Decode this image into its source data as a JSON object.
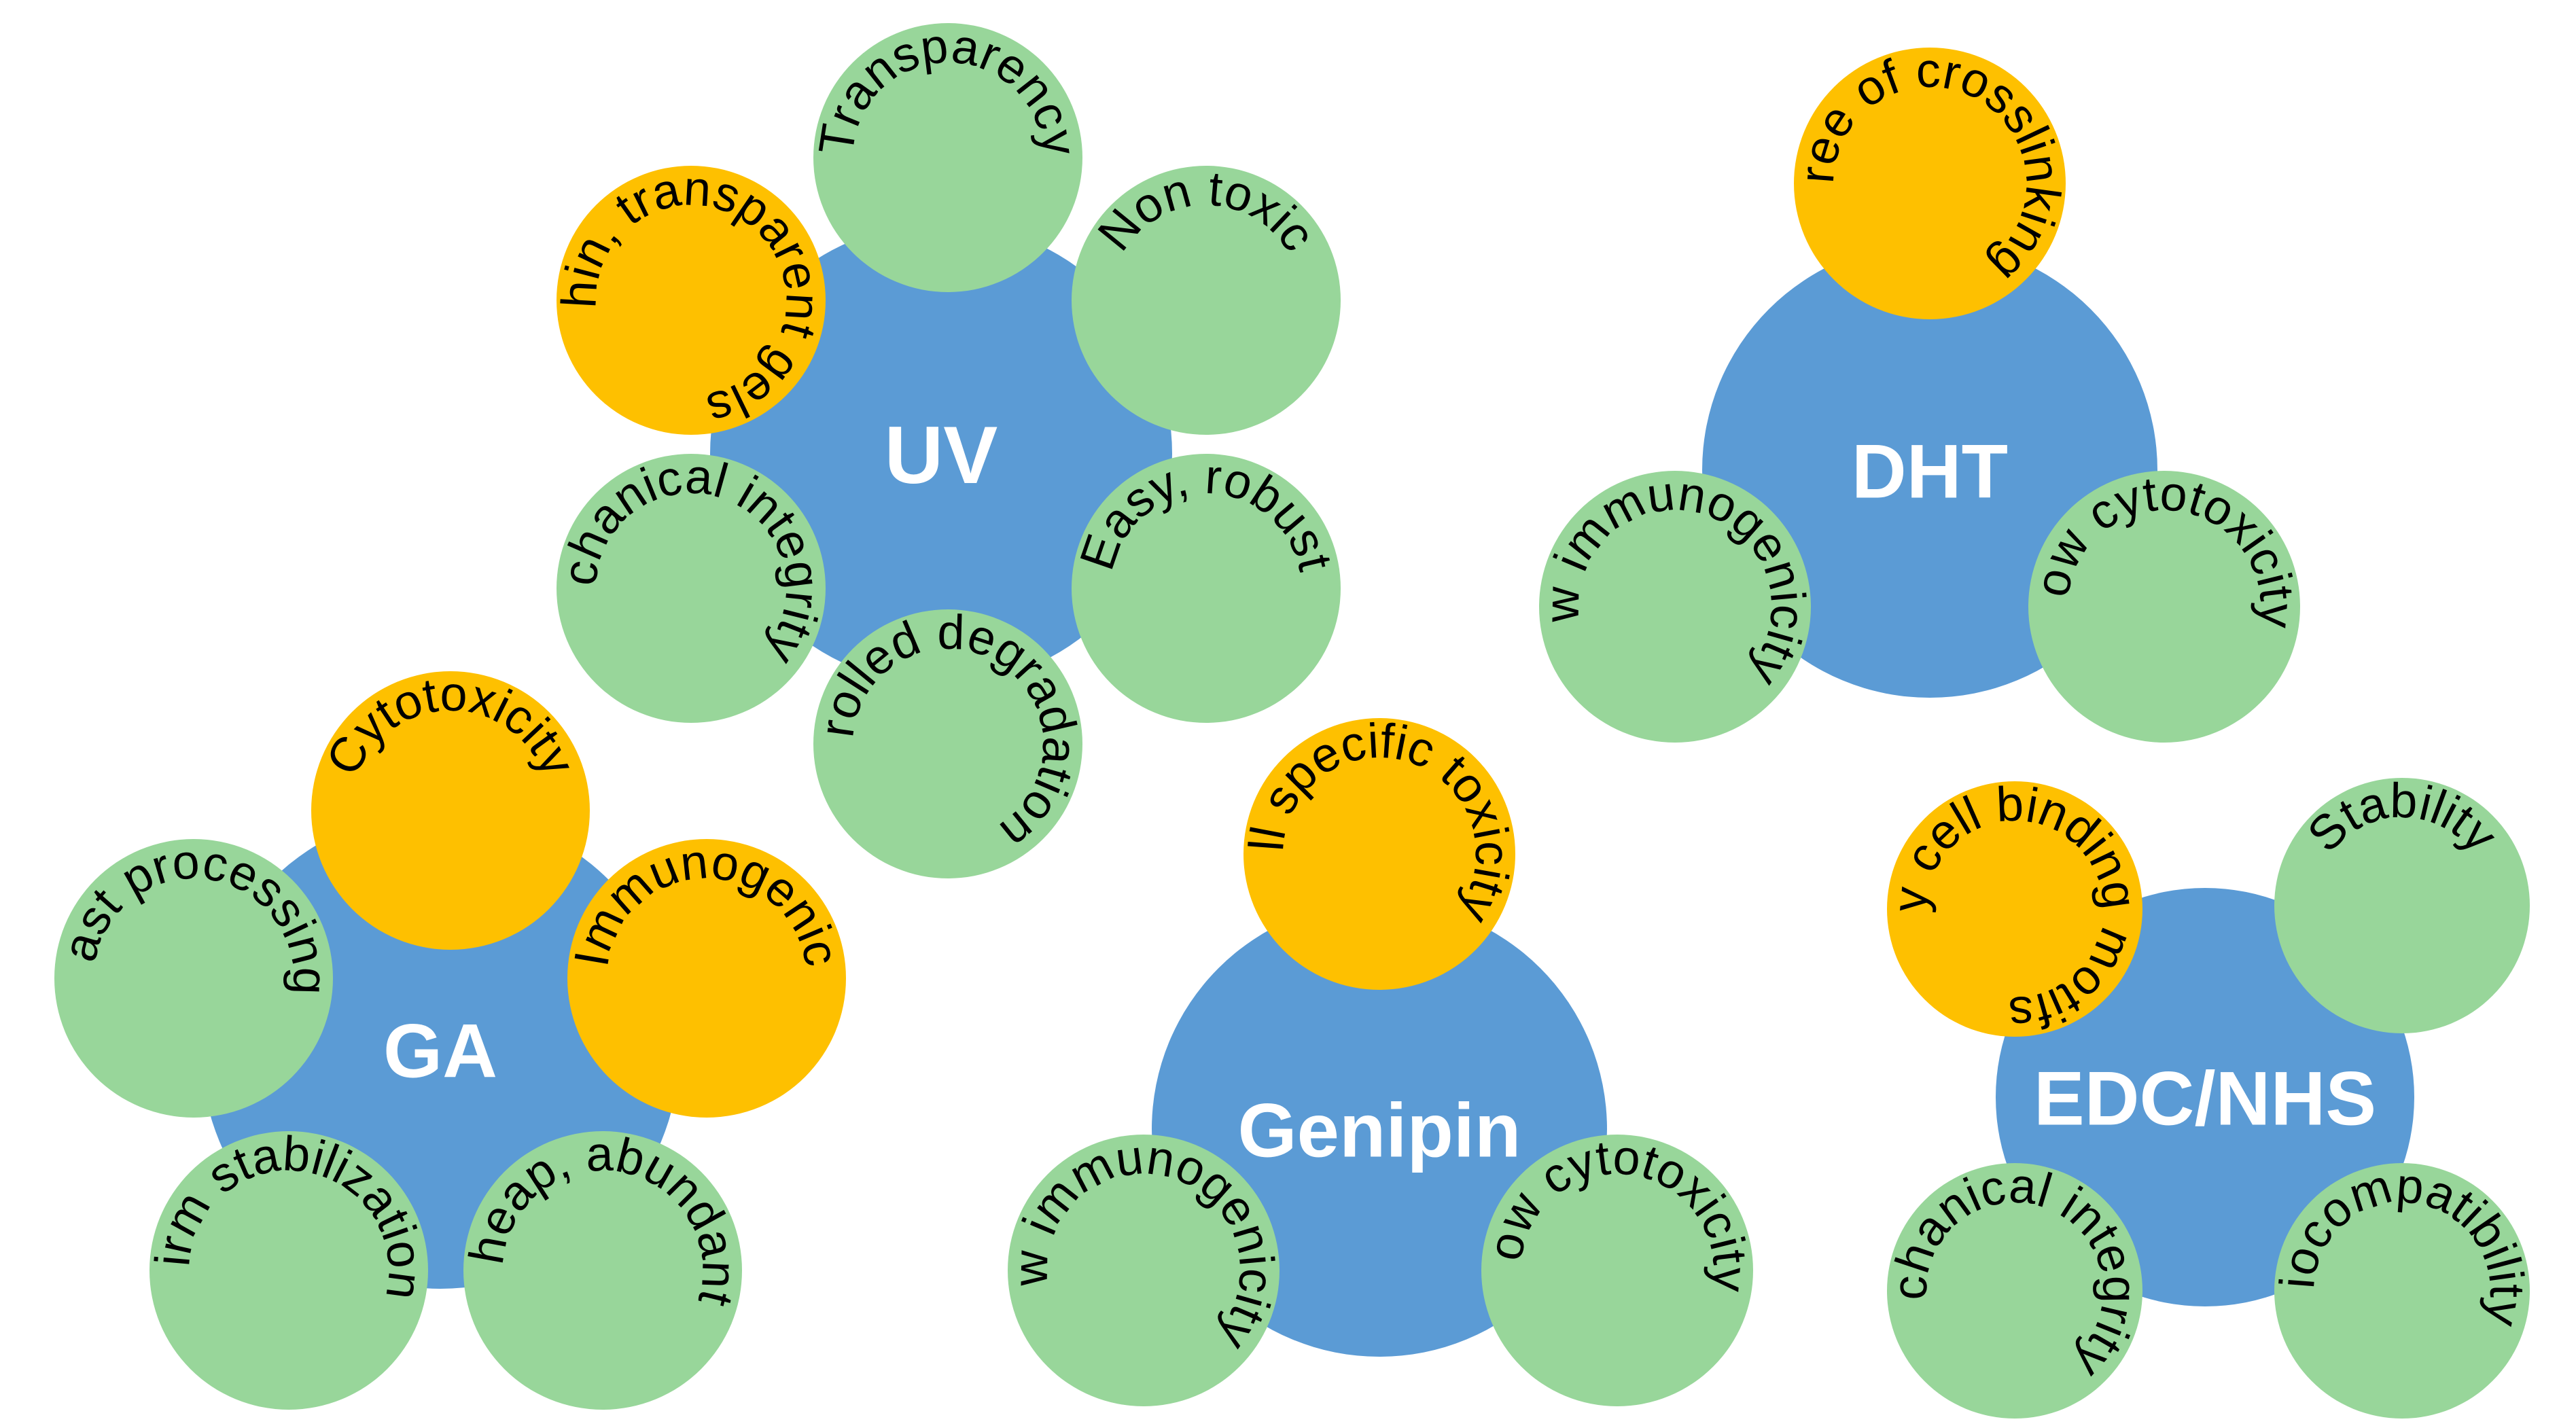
{
  "colors": {
    "hub": "#5b9bd5",
    "pro": "#98d69a",
    "con": "#fec000",
    "hub_text": "#ffffff",
    "node_text": "#000000"
  },
  "groups": [
    {
      "id": "uv",
      "hub": "UV",
      "nodes": [
        {
          "id": "transparency",
          "label": "Transparency",
          "kind": "pro"
        },
        {
          "id": "non-toxic",
          "label": "Non toxic",
          "kind": "pro"
        },
        {
          "id": "easy-robust",
          "label": "Easy, robust",
          "kind": "pro"
        },
        {
          "id": "controlled-degradation",
          "label": "Controlled degradation",
          "kind": "pro"
        },
        {
          "id": "mechanical-integrity",
          "label": "Mechanical integrity",
          "kind": "pro"
        },
        {
          "id": "only-thin-transparent-gels",
          "label": "Only thin, transparent gels",
          "kind": "con"
        }
      ]
    },
    {
      "id": "dht",
      "hub": "DHT",
      "nodes": [
        {
          "id": "degree-of-crosslinking",
          "label": "Degree of crosslinking",
          "kind": "con"
        },
        {
          "id": "low-immunogenicity",
          "label": "Low immunogenicity",
          "kind": "pro"
        },
        {
          "id": "low-cytotoxicity",
          "label": "Low cytotoxicity",
          "kind": "pro"
        }
      ]
    },
    {
      "id": "ga",
      "hub": "GA",
      "nodes": [
        {
          "id": "cytotoxicity",
          "label": "Cytotoxicity",
          "kind": "con"
        },
        {
          "id": "immunogenic",
          "label": "Immunogenic",
          "kind": "con"
        },
        {
          "id": "fast-processing",
          "label": "Fast processing",
          "kind": "pro"
        },
        {
          "id": "firm-stabilization",
          "label": "Firm stabilization",
          "kind": "pro"
        },
        {
          "id": "cheap-abundant",
          "label": "Cheap, abundant",
          "kind": "pro"
        }
      ]
    },
    {
      "id": "genipin",
      "hub": "Genipin",
      "nodes": [
        {
          "id": "cell-specific-toxicity",
          "label": "Cell specific toxicity",
          "kind": "con"
        },
        {
          "id": "low-immunogenicity",
          "label": "Low immunogenicity",
          "kind": "pro"
        },
        {
          "id": "low-cytotoxicity",
          "label": "Low cytotoxicity",
          "kind": "pro"
        }
      ]
    },
    {
      "id": "edc-nhs",
      "hub": "EDC/NHS",
      "nodes": [
        {
          "id": "occupy-cell-binding-motifs",
          "label": "Occupy cell binding motifs",
          "kind": "con"
        },
        {
          "id": "stability",
          "label": "Stability",
          "kind": "pro"
        },
        {
          "id": "mechanical-integrity",
          "label": "Mechanical integrity",
          "kind": "pro"
        },
        {
          "id": "biocompatibility",
          "label": "Biocompatibility",
          "kind": "pro"
        }
      ]
    }
  ]
}
